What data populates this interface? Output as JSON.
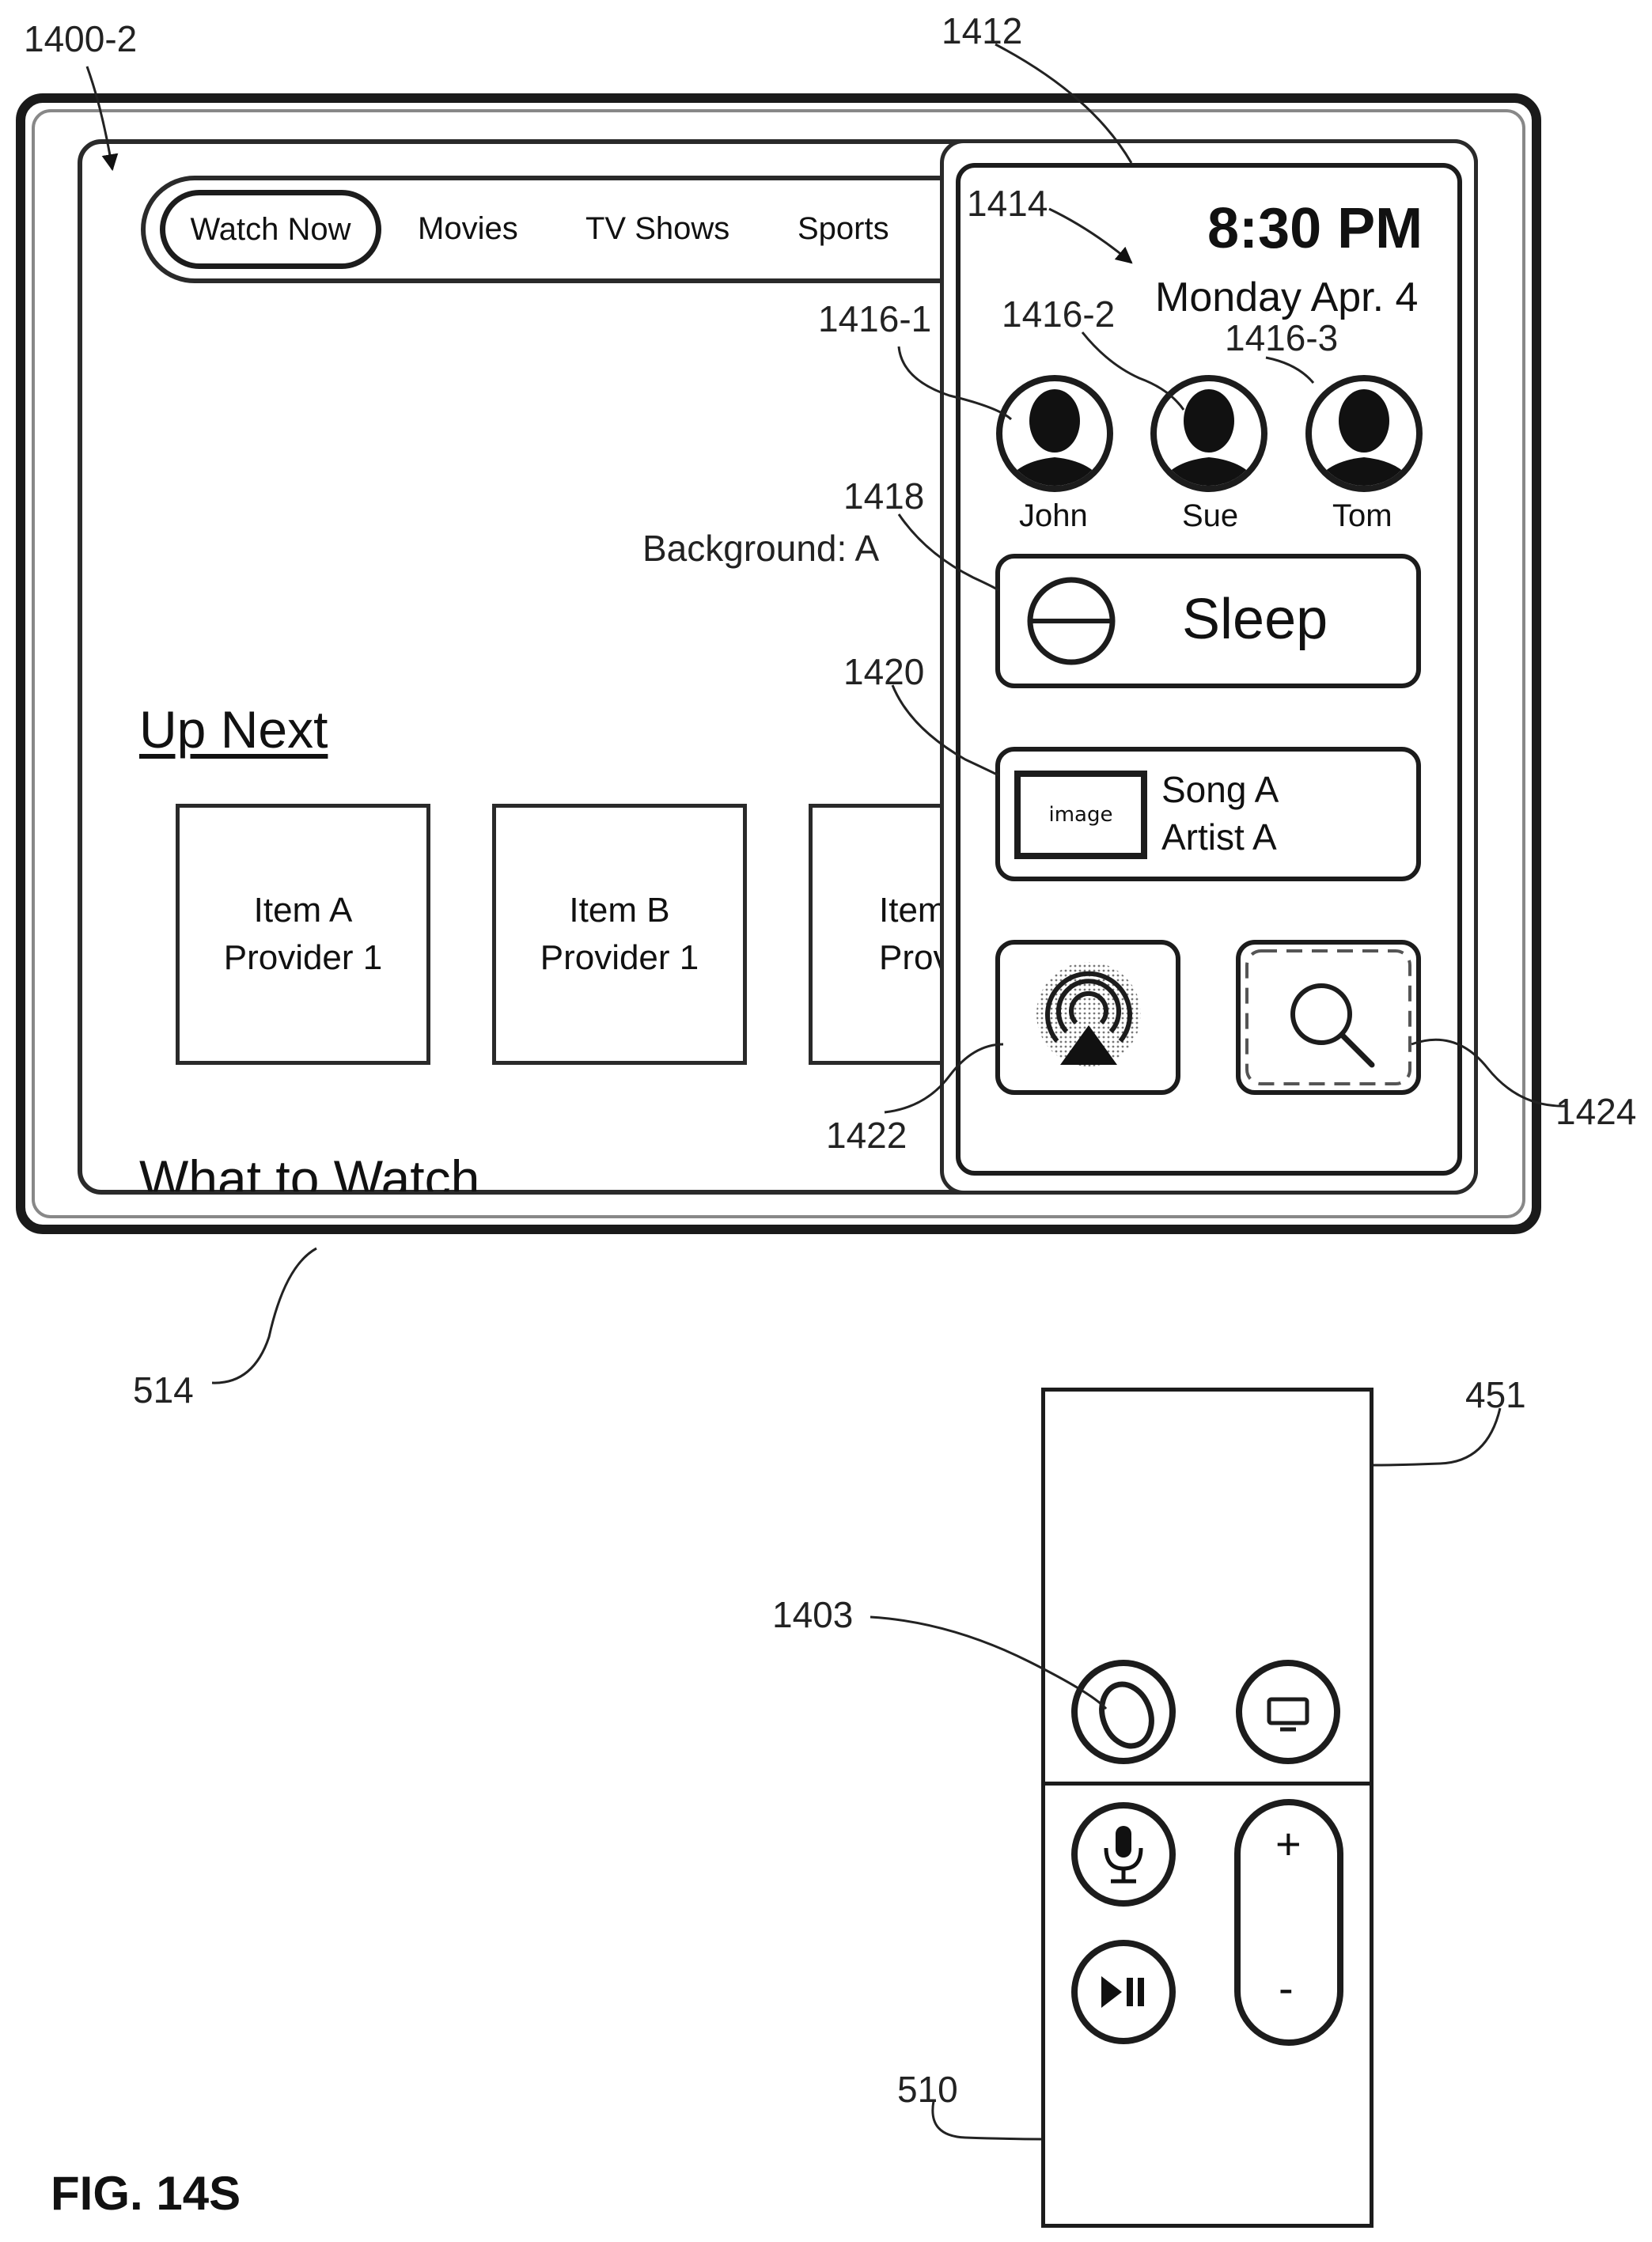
{
  "figure_label": "FIG. 14S",
  "references": {
    "screen": "1400-2",
    "panel": "1412",
    "time_date": "1414",
    "user1": "1416-1",
    "user2": "1416-2",
    "user3": "1416-3",
    "sleep": "1418",
    "now_playing": "1420",
    "airplay": "1422",
    "search": "1424",
    "tv": "514",
    "remote_touch": "451",
    "remote_button": "1403",
    "remote": "510"
  },
  "nav": {
    "tabs": [
      "Watch Now",
      "Movies",
      "TV Shows",
      "Sports"
    ],
    "selected": "Watch Now"
  },
  "up_next": {
    "heading": "Up Next",
    "items": [
      {
        "title": "Item A",
        "provider": "Provider 1"
      },
      {
        "title": "Item B",
        "provider": "Provider 1"
      },
      {
        "title": "Item",
        "provider": "Provic"
      }
    ]
  },
  "what_to_watch": "What to Watch",
  "background_label": "Background: A",
  "control_center": {
    "time": "8:30 PM",
    "date": "Monday Apr. 4",
    "users": [
      "John",
      "Sue",
      "Tom"
    ],
    "sleep_label": "Sleep",
    "now_playing": {
      "image_label": "image",
      "song": "Song A",
      "artist": "Artist A"
    }
  },
  "remote": {
    "volume_plus": "+",
    "volume_minus": "-"
  },
  "icons": [
    "user-silhouette-icon",
    "sleep-icon",
    "airplay-icon",
    "search-icon",
    "assistant-icon",
    "tv-icon",
    "microphone-icon",
    "play-pause-icon"
  ]
}
